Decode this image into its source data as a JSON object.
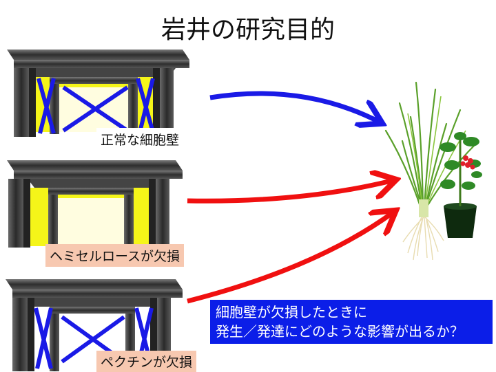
{
  "title": "岩井の研究目的",
  "labels": {
    "normal_wall": "正常な細胞壁",
    "hemicellulose_deficient": "ヘミセルロースが欠損",
    "pectin_deficient": "ペクチンが欠損"
  },
  "question": {
    "line1": "細胞壁が欠損したときに",
    "line2": "発生／発達にどのような影響が出るか？"
  },
  "colors": {
    "blue_arrow": "#1a1ae6",
    "red_arrow": "#f01010",
    "cellulose_yellow": "#f5f519",
    "frame_gray": "#3a3a3a",
    "question_bg": "#0b1ee8",
    "label_bg": "#f7c8b0"
  }
}
